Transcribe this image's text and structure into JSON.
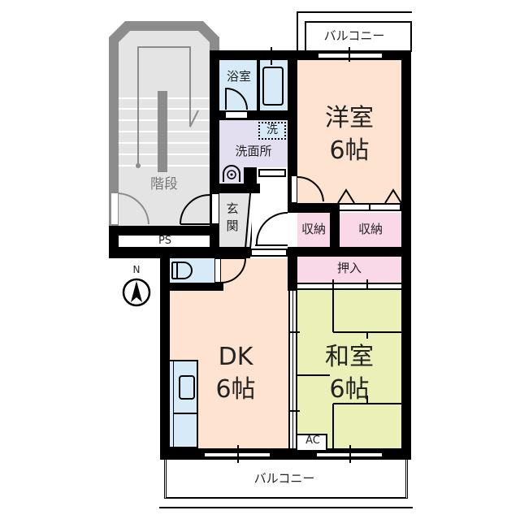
{
  "floorplan": {
    "rooms": {
      "western_room": {
        "name": "洋室",
        "size": "6帖"
      },
      "japanese_room": {
        "name": "和室",
        "size": "6帖"
      },
      "dk": {
        "name": "DK",
        "size": "6帖"
      },
      "bathroom": {
        "name": "浴室"
      },
      "washroom": {
        "name": "洗面所"
      },
      "washer": {
        "name": "洗"
      },
      "entrance": {
        "name": "玄関"
      },
      "storage_left": {
        "name": "収納"
      },
      "storage_right": {
        "name": "収納"
      },
      "closet": {
        "name": "押入"
      },
      "stairs": {
        "name": "階段"
      },
      "ps": {
        "name": "PS"
      },
      "ac": {
        "name": "AC"
      }
    },
    "balcony_top": {
      "name": "バルコニー"
    },
    "balcony_bottom": {
      "name": "バルコニー"
    },
    "compass": {
      "label": "N"
    },
    "colors": {
      "western_room": "#fde3d0",
      "dk": "#fde3d0",
      "japanese_room": "#ebf0b8",
      "bath": "#d6ebf7",
      "washroom": "#e4dff0",
      "storage": "#f9d9e8",
      "stairs": "#e4e4e4",
      "stairs_frame": "#8c8c8c",
      "wall": "#000000"
    }
  }
}
